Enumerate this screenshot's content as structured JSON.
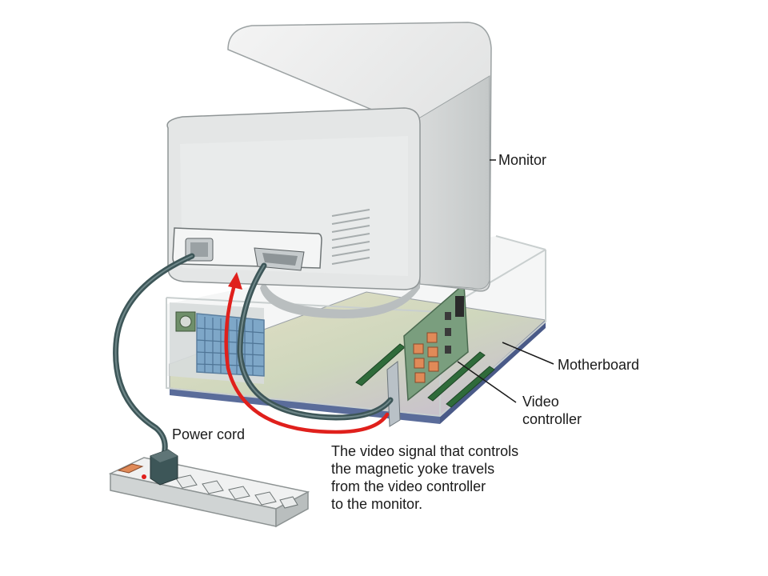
{
  "labels": {
    "monitor": "Monitor",
    "motherboard": "Motherboard",
    "video_controller": "Video\ncontroller",
    "power_cord": "Power cord",
    "caption": "The video signal that controls\nthe magnetic yoke travels\nfrom the video controller\nto the monitor."
  },
  "colors": {
    "signal_arrow": "#e0201c",
    "cable": "#3d5658",
    "monitor_body": "#e2e4e4",
    "case_frame": "#c9cfcf",
    "board": "#c8c0cf"
  }
}
